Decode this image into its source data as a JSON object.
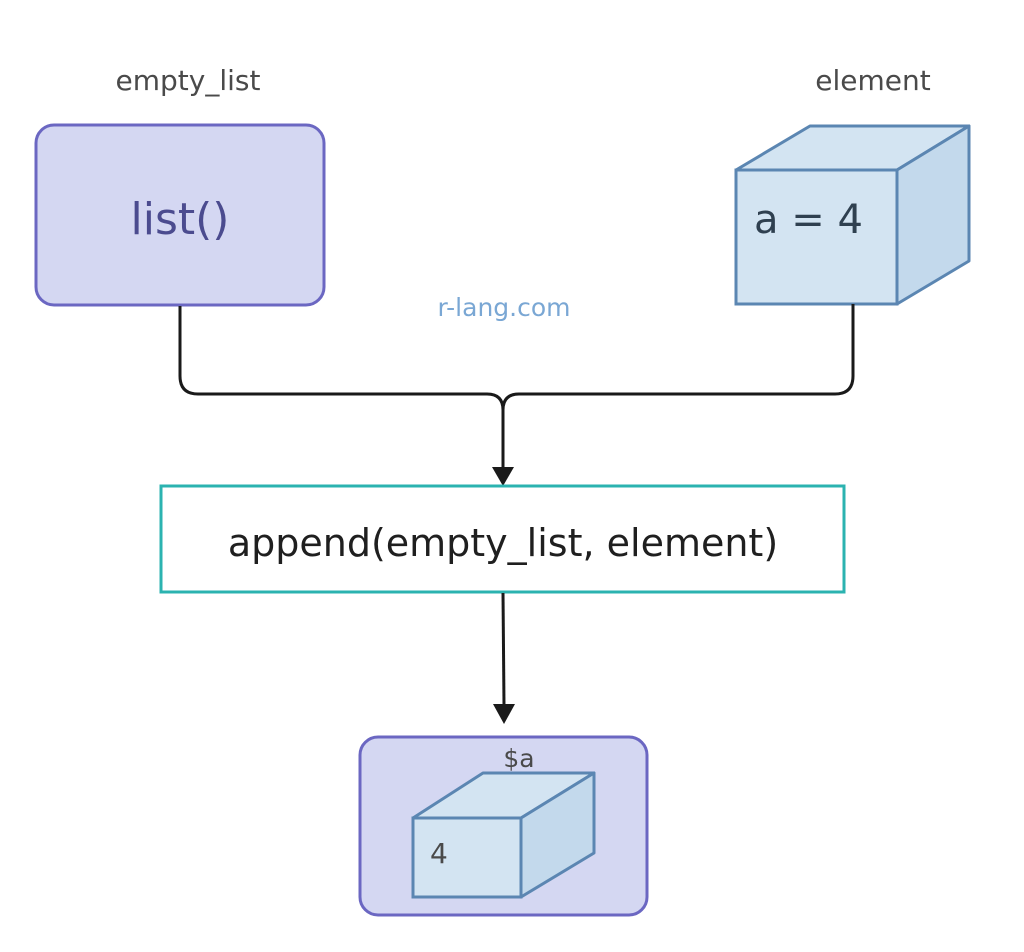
{
  "diagram": {
    "left_node": {
      "caption": "empty_list",
      "text": "list()"
    },
    "right_node": {
      "caption": "element",
      "text": "a = 4"
    },
    "watermark": "r-lang.com",
    "function_node": {
      "text": "append(empty_list, element)"
    },
    "result_node": {
      "caption": "$a",
      "text": "4"
    },
    "colors": {
      "purple_fill": "#d4d7f2",
      "purple_stroke": "#6b67c2",
      "cube_front": "#d3e4f2",
      "cube_side": "#c3d9ec",
      "cube_stroke": "#5b86b2",
      "teal_stroke": "#2bb3b0",
      "arrow": "#1a1a1a",
      "watermark": "#7aa7d4"
    }
  }
}
